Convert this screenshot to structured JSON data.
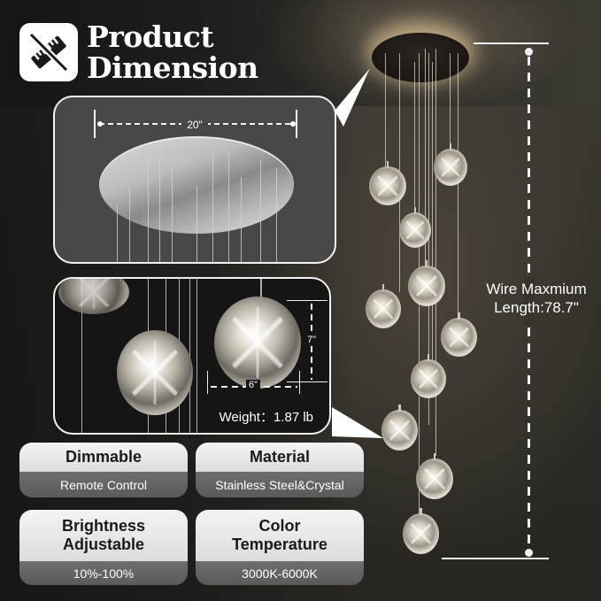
{
  "header": {
    "icon": "ruler-crossed-icon",
    "title_line1": "Product",
    "title_line2": "Dimension"
  },
  "canopy_callout": {
    "diameter_label": "20\""
  },
  "pendant_callout": {
    "height_label": "7\"",
    "width_label": "6\"",
    "weight_label": "Weight：1.87 lb"
  },
  "wire": {
    "label_line1": "Wire Maxmium",
    "label_line2": "Length:78.7\""
  },
  "features": [
    {
      "title": "Dimmable",
      "value": "Remote Control"
    },
    {
      "title": "Material",
      "value": "Stainless Steel&Crystal"
    },
    {
      "title": "Brightness Adjustable",
      "value": "10%-100%"
    },
    {
      "title": "Color Temperature",
      "value": "3000K-6000K"
    }
  ],
  "colors": {
    "background": "#2b2824",
    "card_top": "#e6e6e6",
    "card_bottom": "#636363",
    "panel_border": "#f2f2f2",
    "accent_white": "#ffffff"
  }
}
